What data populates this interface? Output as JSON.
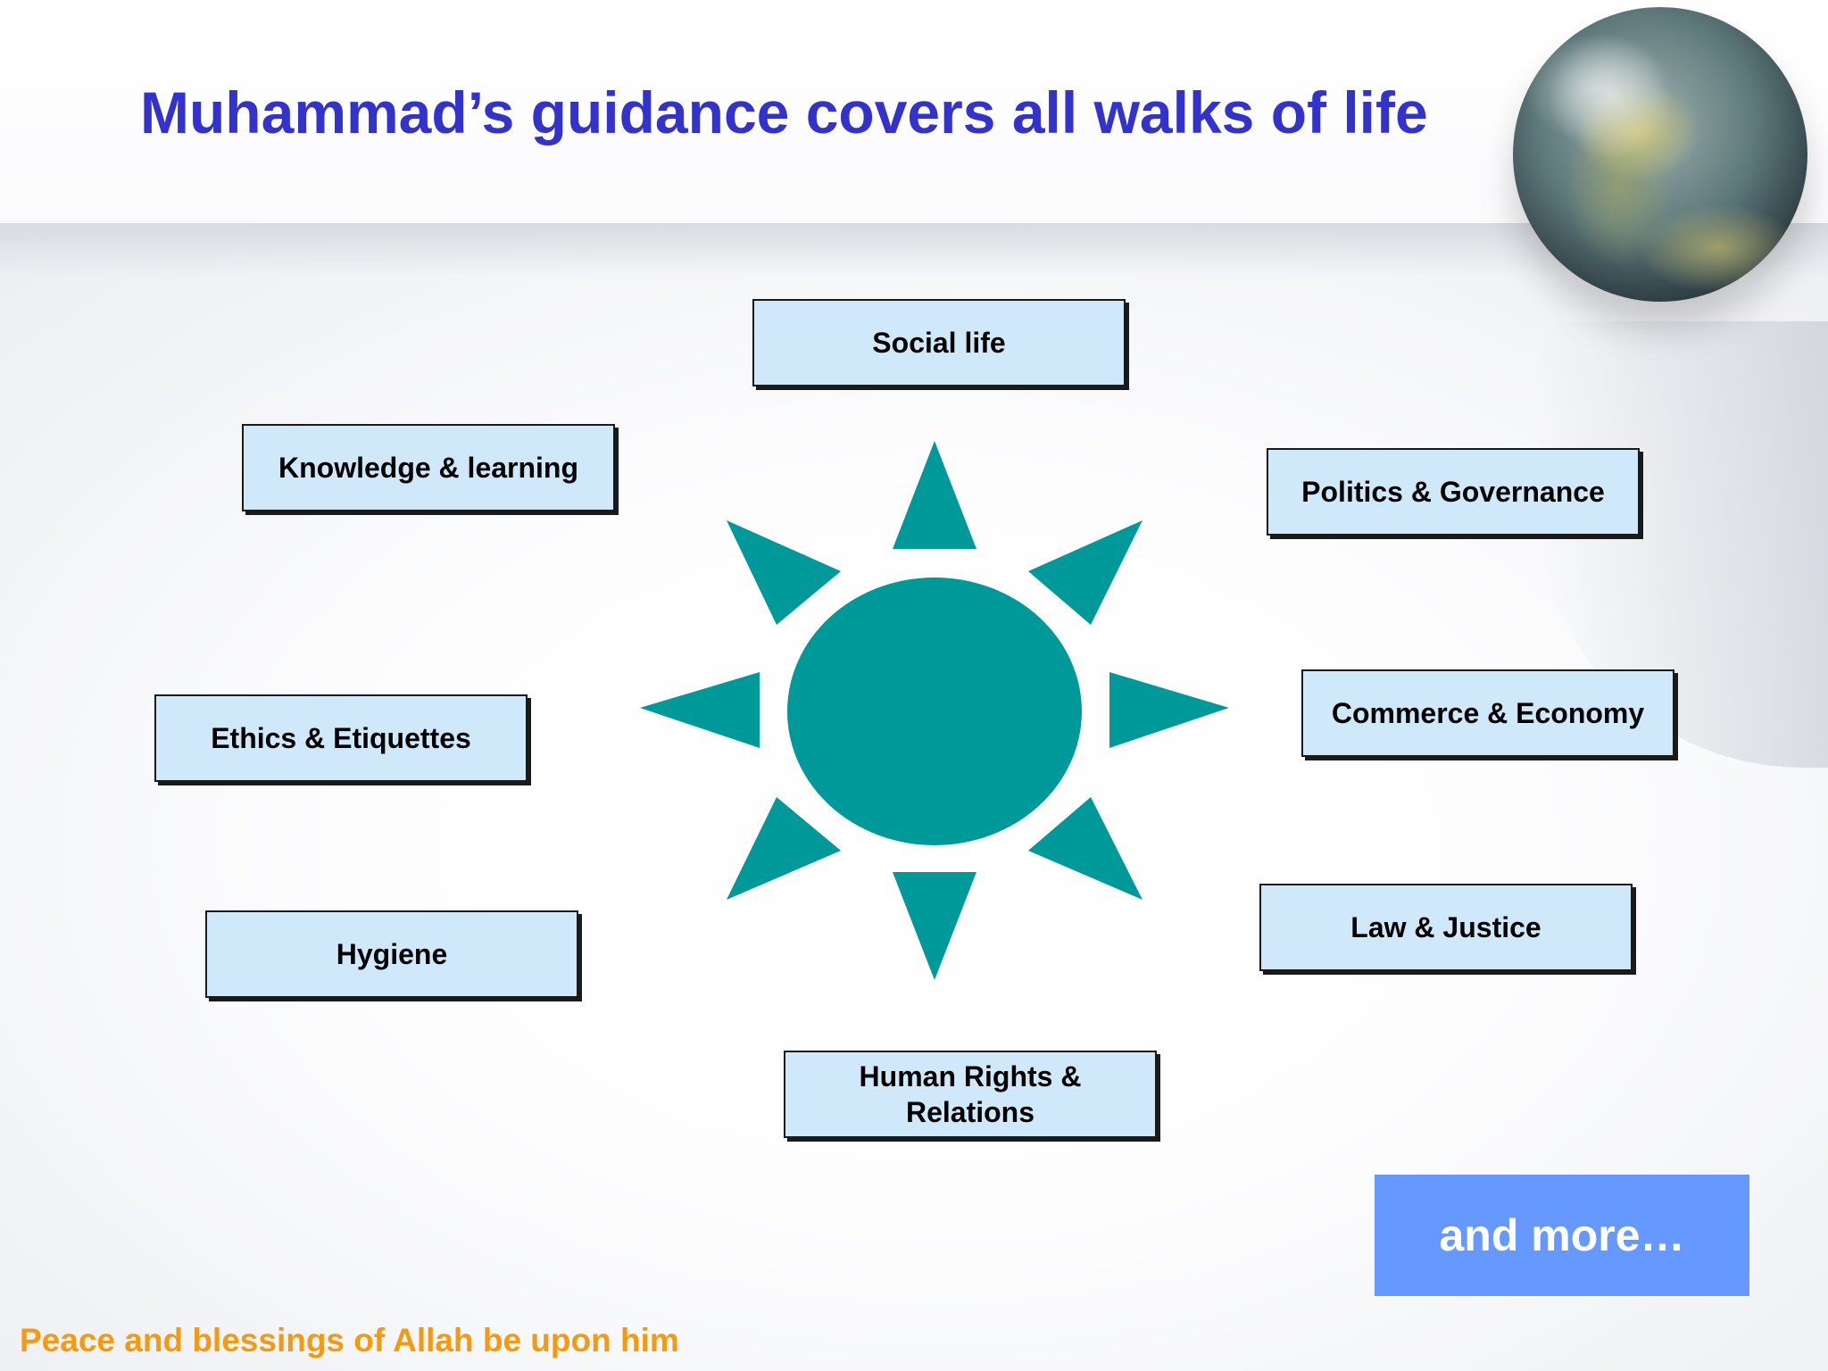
{
  "slide": {
    "title": "Muhammad’s guidance covers all walks of life",
    "footer": "Peace and blessings of Allah be upon him",
    "more_button": "and more…"
  },
  "topics": {
    "social": "Social life",
    "knowledge": "Knowledge & learning",
    "politics": "Politics & Governance",
    "ethics": "Ethics & Etiquettes",
    "commerce": "Commerce & Economy",
    "hygiene": "Hygiene",
    "law": "Law & Justice",
    "human_rights_line1": "Human Rights &",
    "human_rights_line2": "Relations"
  },
  "colors": {
    "title": "#3333cc",
    "footer": "#f39a12",
    "box_fill": "#cfe9fb",
    "sun": "#009999",
    "more_button": "#6699ff"
  },
  "icons": {
    "globe": "earth-globe-icon",
    "sun": "sun-burst-icon"
  }
}
